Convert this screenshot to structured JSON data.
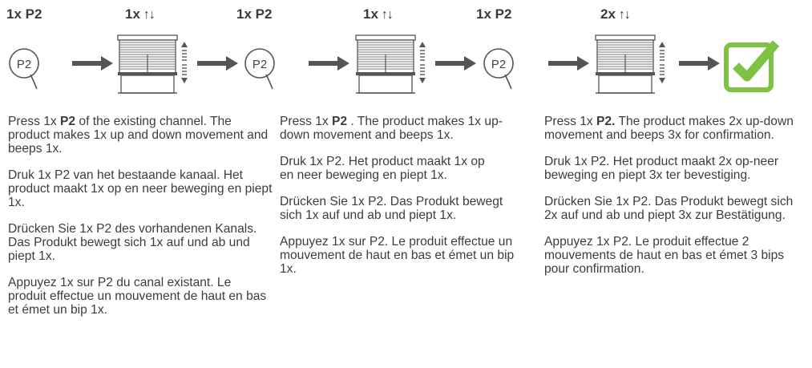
{
  "headers": {
    "h1": "1x P2",
    "h2": "1x",
    "h3": "1x P2",
    "h4": "1x",
    "h5": "1x P2",
    "h6": "2x",
    "updown_glyph": "↑↓"
  },
  "remote_button_label": "P2",
  "colors": {
    "check_green": "#7dc242",
    "arrow_grey": "#555555"
  },
  "columns": [
    {
      "en_pre": "Press 1x ",
      "en_bold": "P2",
      "en_post": " of the existing channel. The product makes 1x up and down movement and beeps 1x.",
      "nl": "Druk 1x P2 van het bestaande kanaal. Het product maakt 1x op en neer beweging en piept 1x.",
      "de": "Drücken Sie 1x P2 des vorhandenen Kanals. Das Produkt bewegt sich 1x auf und ab und piept 1x.",
      "fr": "Appuyez 1x sur P2 du canal existant. Le produit effectue un mouvement de haut en bas et émet un bip 1x."
    },
    {
      "en_pre": "Press 1x ",
      "en_bold": "P2",
      "en_post": " . The product makes 1x up-down movement and beeps 1x.",
      "nl": "Druk 1x P2. Het product maakt 1x op\nen neer beweging en piept 1x.",
      "de": "Drücken Sie 1x P2. Das Produkt bewegt sich 1x auf und ab und piept 1x.",
      "fr": "Appuyez 1x sur P2. Le produit effectue un mouvement de haut en bas et émet un bip 1x."
    },
    {
      "en_pre": "Press 1x ",
      "en_bold": "P2.",
      "en_post": " The product makes 2x up-down movement and beeps 3x for confirmation.",
      "nl": "Druk 1x P2. Het product maakt 2x op-neer beweging en piept 3x ter bevestiging.",
      "de": "Drücken Sie 1x P2. Das Produkt bewegt sich 2x auf und ab und piept 3x zur Bestätigung.",
      "fr": "Appuyez 1x P2. Le produit effectue 2 mouvements de haut en bas et émet 3 bips pour confirmation."
    }
  ]
}
